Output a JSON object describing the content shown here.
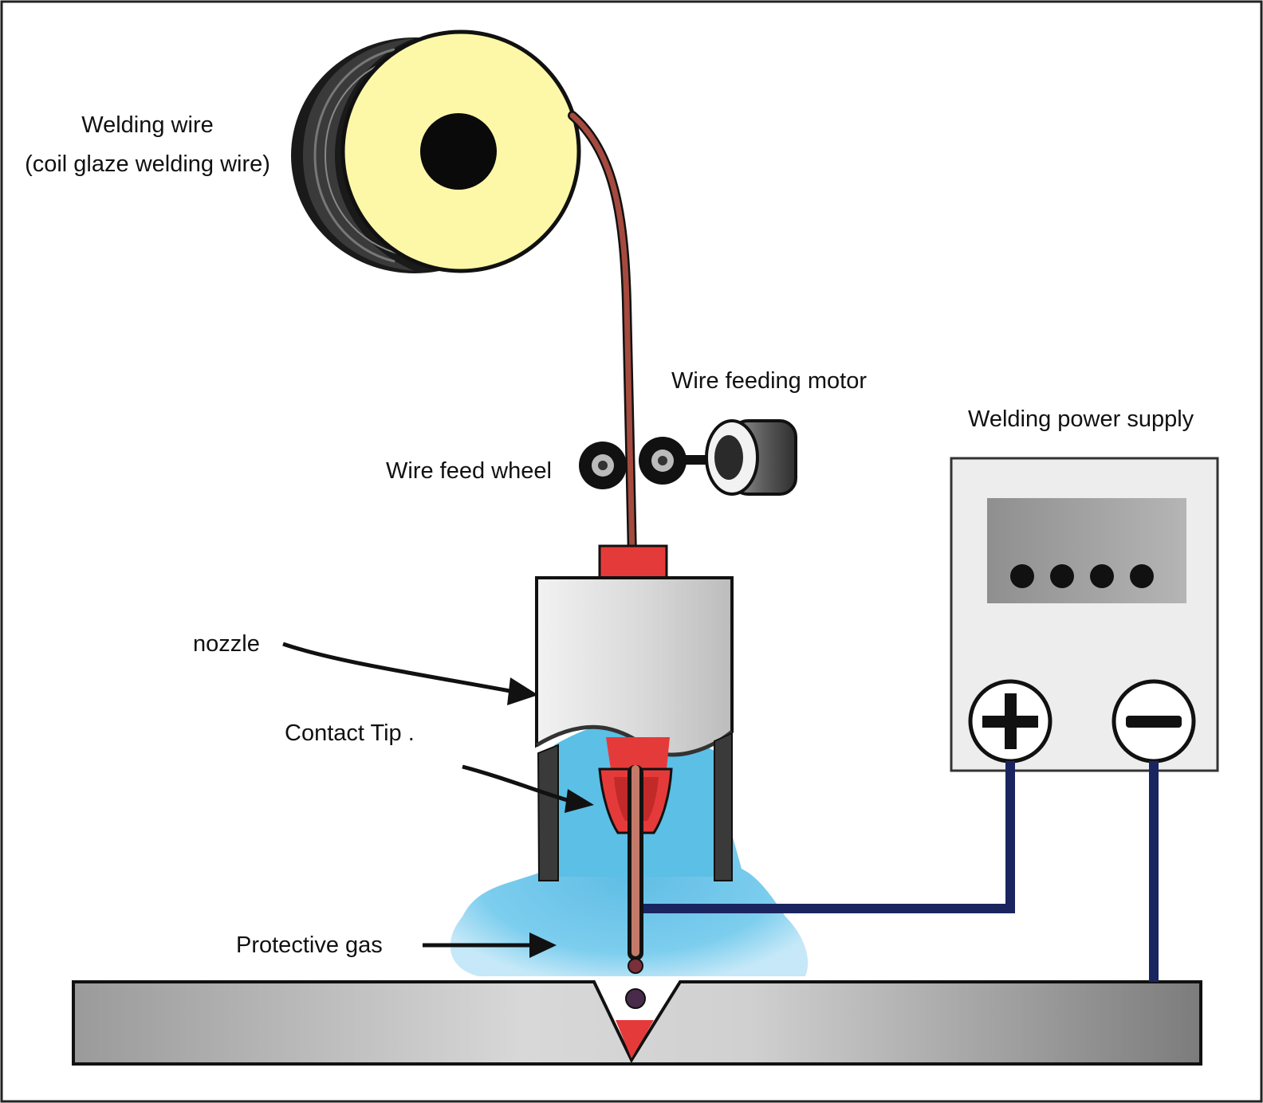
{
  "labels": {
    "welding_wire_line1": "Welding wire",
    "welding_wire_line2": "(coil glaze welding wire)",
    "wire_feeding_motor": "Wire feeding motor",
    "welding_power_supply": "Welding power supply",
    "wire_feed_wheel": "Wire feed wheel",
    "nozzle": "nozzle",
    "contact_tip": "Contact Tip .",
    "protective_gas": "Protective gas"
  },
  "terminals": {
    "positive": "+",
    "negative": "−"
  },
  "colors": {
    "spool_face": "#fcf8a8",
    "wire": "#8b3a30",
    "contact_tip": "#e53a3a",
    "shield_gas": "#5bbfe6",
    "cable": "#1a2560",
    "weld_pool": "#e53a3a",
    "workpiece": "#a8a8a8",
    "outline": "#111111"
  },
  "icons": {
    "spool": "wire-spool-icon",
    "motor": "motor-icon",
    "positive_terminal": "plus-terminal-icon",
    "negative_terminal": "minus-terminal-icon"
  }
}
